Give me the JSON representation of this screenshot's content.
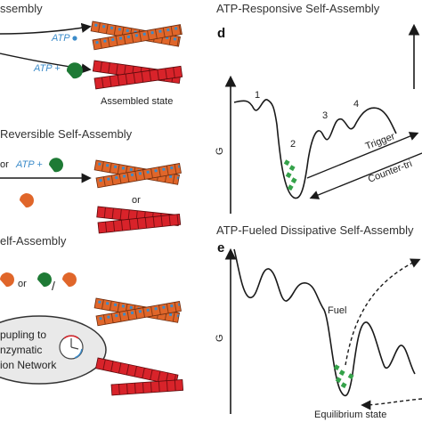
{
  "left": {
    "top_header": "ssembly",
    "arrow1_label": "ATP",
    "arrow2_label": "ATP +",
    "assembled_caption": "Assembled state",
    "middle_header": "Reversible Self-Assembly",
    "middle_prefix": "or",
    "middle_label": "ATP +",
    "or_label_mid": "or",
    "bottom_header": "elf-Assembly",
    "bottom_or": "or",
    "bottom_slash": "/",
    "network_lines": [
      "pupling to",
      "nzymatic",
      "ion Network"
    ]
  },
  "right": {
    "top_header": "ATP-Responsive Self-Assembly",
    "panel_d_letter": "d",
    "axis_label_top": "G",
    "minima": [
      "1",
      "2",
      "3",
      "4"
    ],
    "trigger": "Trigger",
    "counter_trigger": "Counter-tri",
    "bottom_header": "ATP-Fueled Dissipative Self-Assembly",
    "panel_e_letter": "e",
    "axis_label_bottom": "G",
    "fuel": "Fuel",
    "equilibrium": "Equilibrium state"
  },
  "colors": {
    "orange": "#e0662a",
    "red": "#d8232a",
    "green": "#1e7a35",
    "blue": "#3b8bc9",
    "dark": "#1a1a1a",
    "leaf": "#35a24a"
  }
}
